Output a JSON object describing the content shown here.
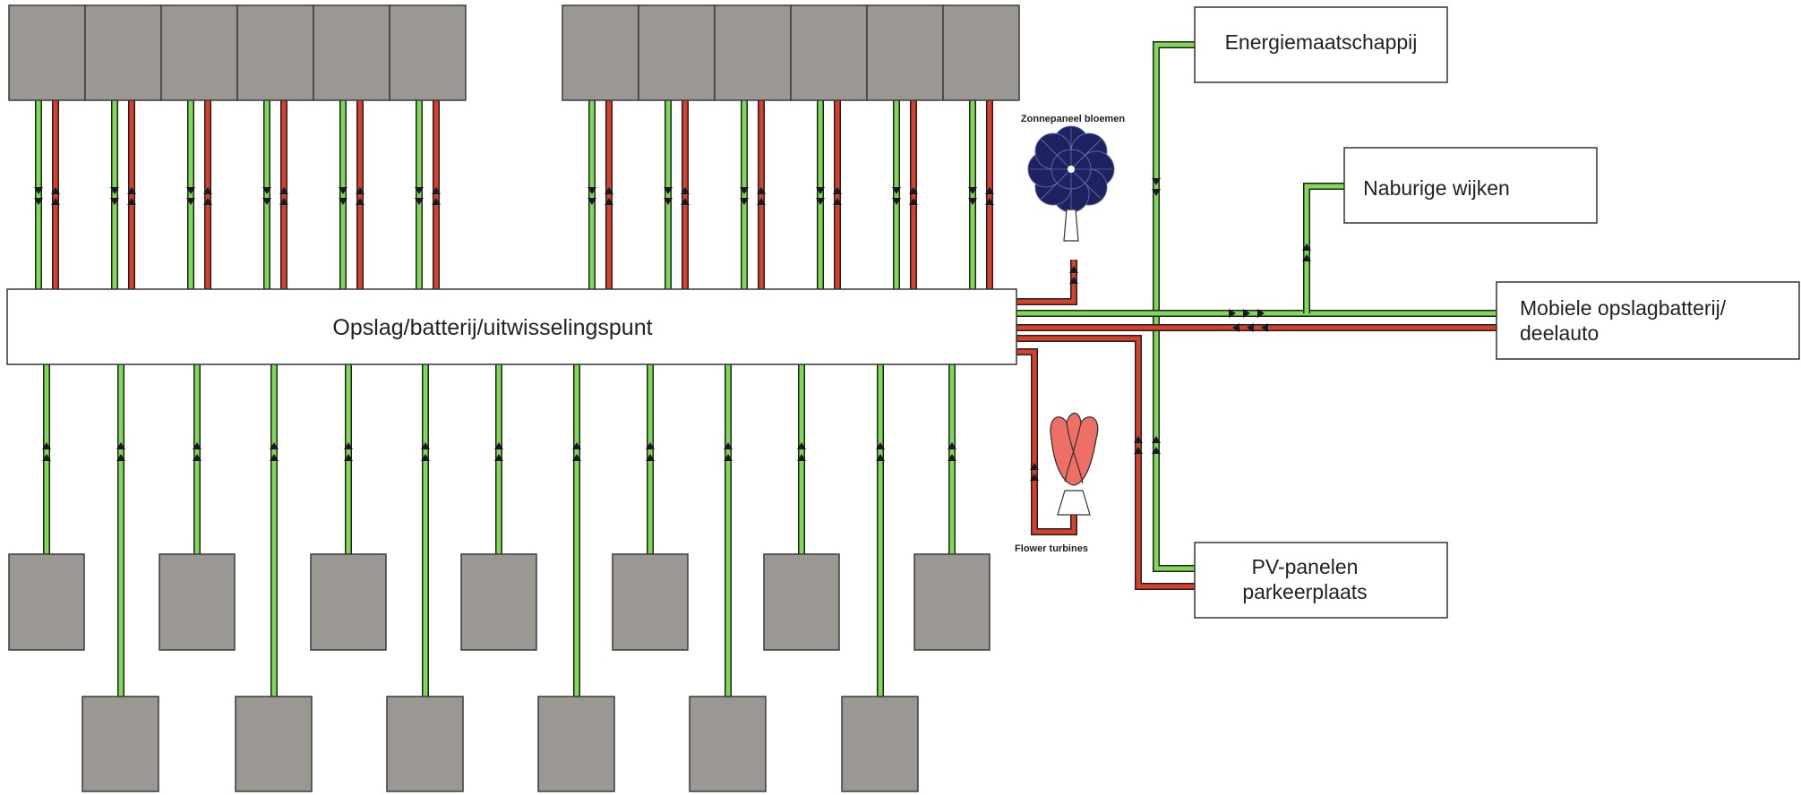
{
  "diagram": {
    "hub_label": "Opslag/batterij/uitwisselingspunt",
    "destinations": {
      "energy_company": "Energiemaatschappij",
      "neighbors": "Naburige wijken",
      "mobile_battery_line1": "Mobiele opslagbatterij/",
      "mobile_battery_line2": "deelauto",
      "pv_parking_line1": "PV-panelen",
      "pv_parking_line2": "parkeerplaats"
    },
    "solar_flower_label": "Zonnepaneel bloemen",
    "flower_turbine_label": "Flower turbines"
  },
  "colors": {
    "house": "#9b9793",
    "green_line": "#7ed957",
    "red_line": "#d9402b",
    "line_outline": "#1f1f1f",
    "solar_panel": "#1e2260",
    "tulip": "#ee6f66"
  }
}
